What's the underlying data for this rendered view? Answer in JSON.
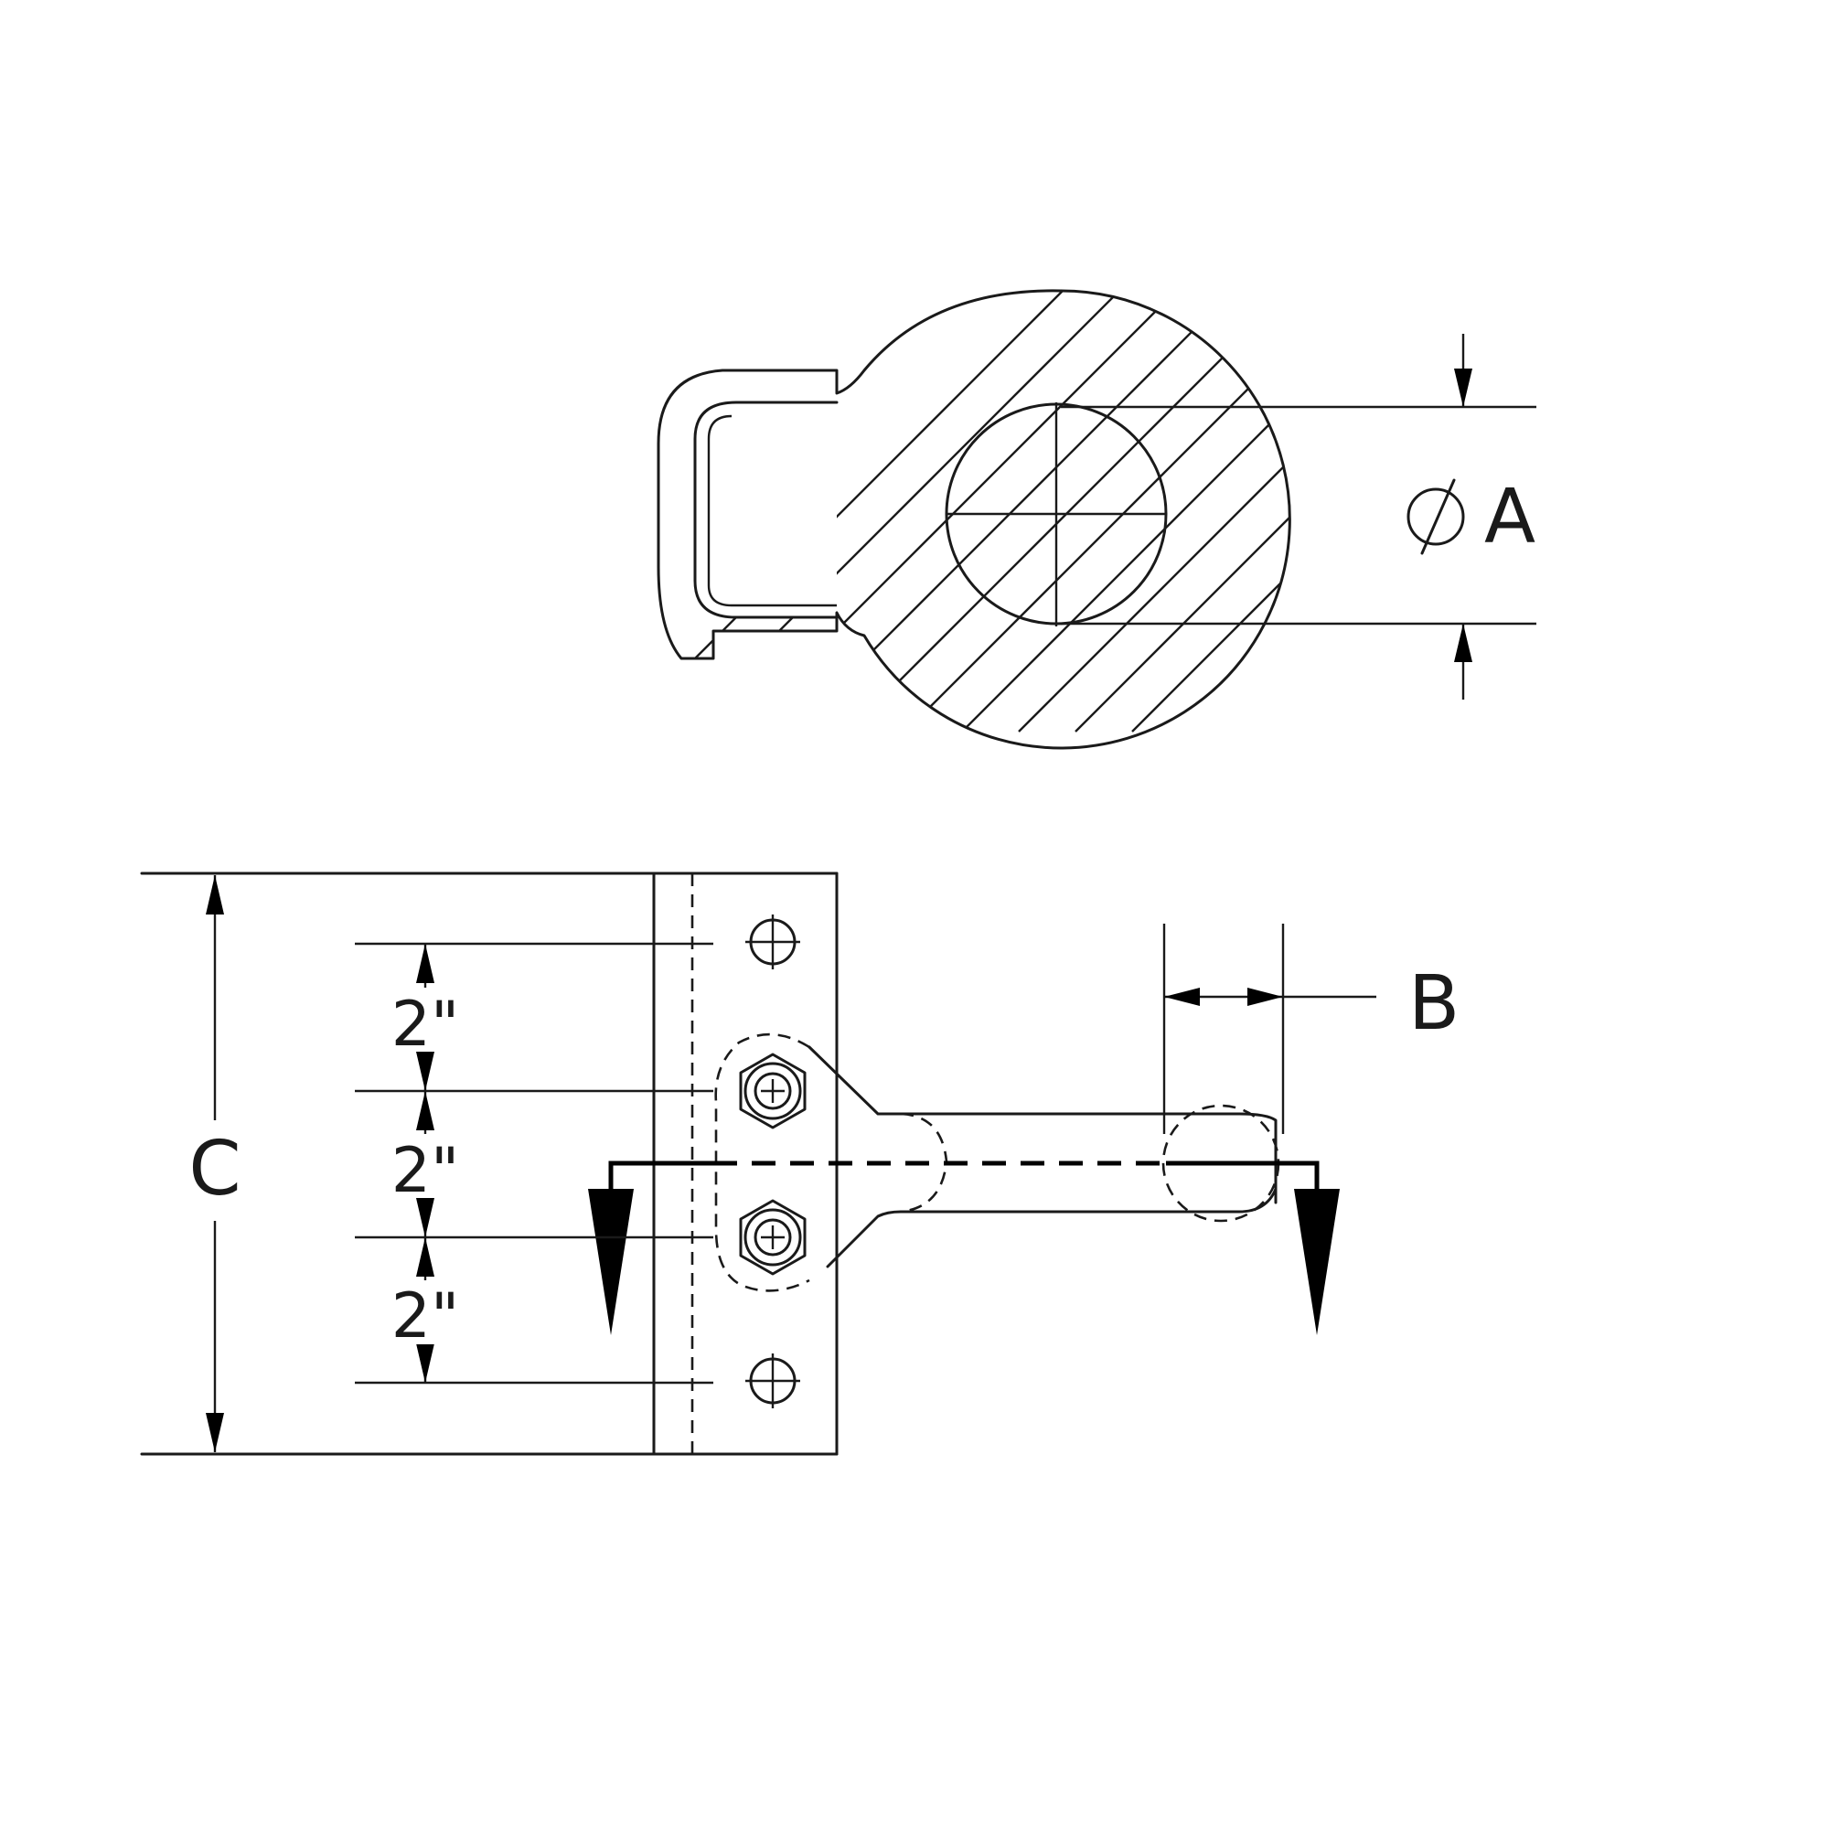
{
  "labels": {
    "dim_a": "A",
    "dim_b": "B",
    "dim_c": "C",
    "spacing": [
      "2\"",
      "2\"",
      "2\""
    ]
  },
  "icons": {
    "diameter": "diameter-symbol-icon"
  }
}
